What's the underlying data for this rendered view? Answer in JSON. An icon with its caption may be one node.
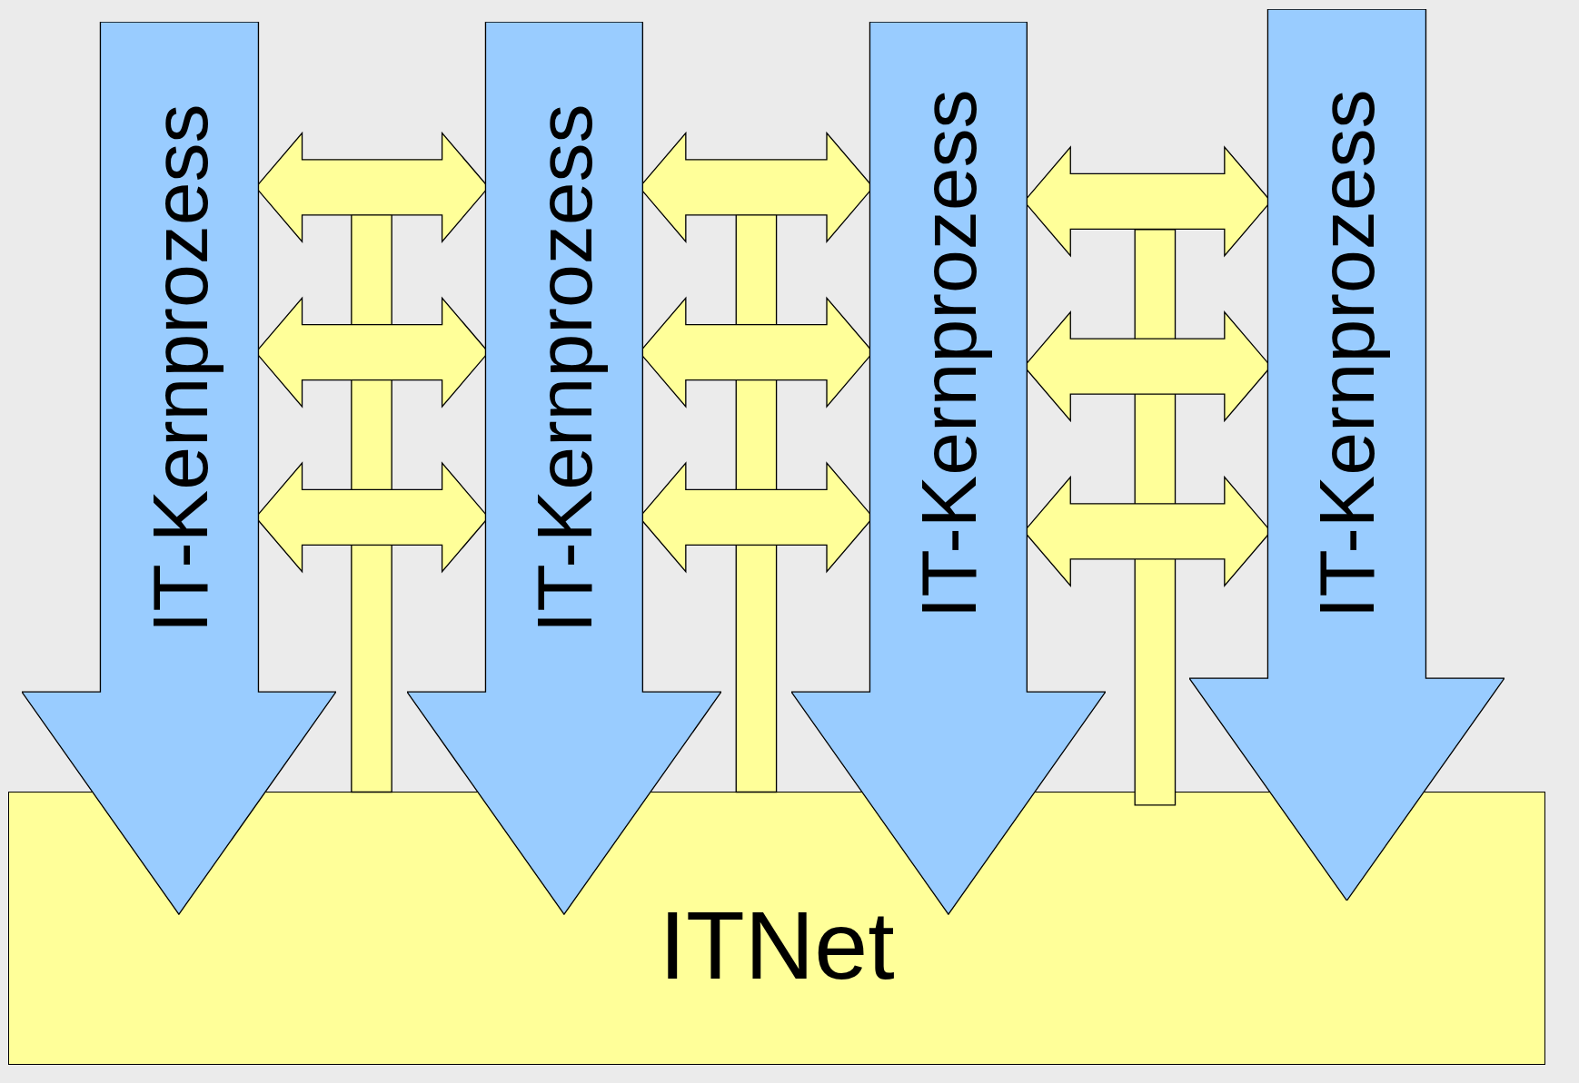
{
  "diagram": {
    "nodes": [
      {
        "text": [
          "IT-Kernprozess"
        ]
      },
      {
        "text": [
          "IT-Kernprozess"
        ]
      },
      {
        "text": [
          "IT-Kernprozess"
        ]
      },
      {
        "text": [
          "IT-Kernprozess"
        ]
      },
      {
        "text": [
          "ITNet"
        ]
      }
    ],
    "edges": [
      {
        "from": 0,
        "to": 1,
        "arrow": "both"
      },
      {
        "from": 0,
        "to": 1,
        "arrow": "both"
      },
      {
        "from": 0,
        "to": 1,
        "arrow": "both"
      },
      {
        "from": 1,
        "to": 2,
        "arrow": "both"
      },
      {
        "from": 1,
        "to": 2,
        "arrow": "both"
      },
      {
        "from": 1,
        "to": 2,
        "arrow": "both"
      },
      {
        "from": 2,
        "to": 3,
        "arrow": "both"
      },
      {
        "from": 2,
        "to": 3,
        "arrow": "both"
      },
      {
        "from": 2,
        "to": 3,
        "arrow": "both"
      },
      {
        "from": 4,
        "to": null,
        "arrow": "none"
      },
      {
        "from": 4,
        "to": null,
        "arrow": "none"
      },
      {
        "from": 4,
        "to": null,
        "arrow": "none"
      }
    ]
  }
}
